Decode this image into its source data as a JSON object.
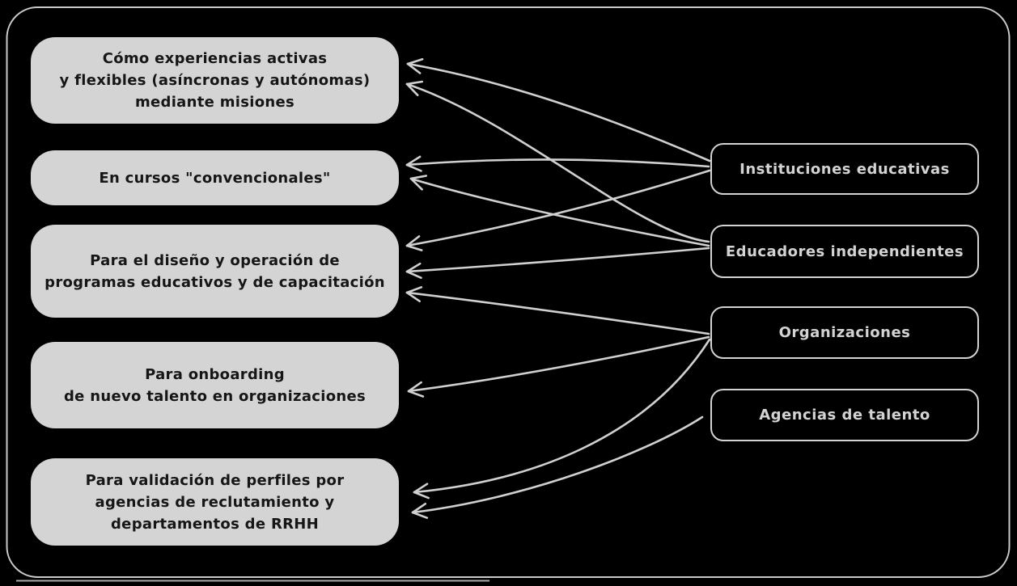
{
  "diagram": {
    "left_boxes": [
      {
        "id": "missions",
        "lines": [
          "Cómo experiencias activas",
          "y flexibles (asíncronas y autónomas)",
          "mediante misiones"
        ]
      },
      {
        "id": "courses",
        "lines": [
          "En cursos \"convencionales\""
        ]
      },
      {
        "id": "programs",
        "lines": [
          "Para el diseño y operación de",
          "programas educativos y de capacitación"
        ]
      },
      {
        "id": "onboarding",
        "lines": [
          "Para onboarding",
          "de nuevo talento en organizaciones"
        ]
      },
      {
        "id": "validation",
        "lines": [
          "Para validación de perfiles por",
          "agencias de reclutamiento y",
          "departamentos de RRHH"
        ]
      }
    ],
    "right_boxes": [
      {
        "id": "instituciones",
        "label": "Instituciones educativas"
      },
      {
        "id": "educadores",
        "label": "Educadores independientes"
      },
      {
        "id": "organizaciones",
        "label": "Organizaciones"
      },
      {
        "id": "agencias",
        "label": "Agencias de talento"
      }
    ],
    "edges": [
      {
        "from": "instituciones",
        "to": "missions"
      },
      {
        "from": "instituciones",
        "to": "courses"
      },
      {
        "from": "instituciones",
        "to": "programs"
      },
      {
        "from": "educadores",
        "to": "missions"
      },
      {
        "from": "educadores",
        "to": "courses"
      },
      {
        "from": "educadores",
        "to": "programs"
      },
      {
        "from": "organizaciones",
        "to": "programs"
      },
      {
        "from": "organizaciones",
        "to": "onboarding"
      },
      {
        "from": "organizaciones",
        "to": "validation"
      },
      {
        "from": "agencias",
        "to": "validation"
      }
    ],
    "colors": {
      "background": "#000000",
      "frame_stroke": "#c9c9c9",
      "left_box_fill": "#d4d4d4",
      "left_box_text": "#161616",
      "right_box_stroke": "#d3d3d3",
      "right_box_text": "#d3d3d3",
      "arrow": "#d0d0d0"
    }
  }
}
